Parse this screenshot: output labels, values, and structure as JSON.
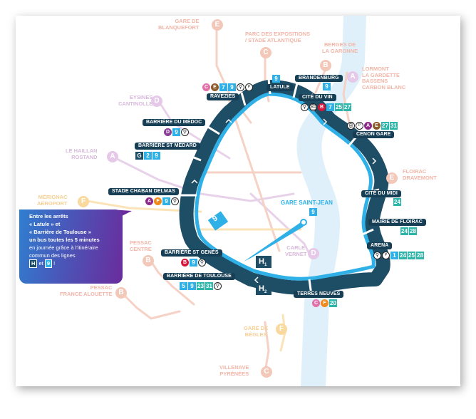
{
  "colors": {
    "ring_dark": "#1e4d66",
    "ring_light": "#2fb0e6",
    "river": "#dff0fa",
    "line_faint": "#f8cdbf",
    "line_faint_purple": "#e6cde8",
    "line_faint_yellow": "#fbe3b3",
    "tram_A": "#8e2a8a",
    "tram_B": "#d6163a",
    "tram_C": "#e26fa8",
    "tram_D": "#8a3e98",
    "tram_E": "#8b5c2a",
    "tram_F": "#f08a1c",
    "lianes": "#1aa3d9",
    "liane_green": "#23a89a",
    "bus_teal": "#2db5a9",
    "bus_corail": "#16a3a6",
    "callout_start": "#2f7fd0",
    "callout_end": "#6a2c9c"
  },
  "terminus_labels": [
    {
      "text": "GARE DE\nBLANQUEFORT",
      "letter": "E"
    },
    {
      "text": "PARC DES EXPOSITIONS\n/ STADE ATLANTIQUE",
      "letter": "C"
    },
    {
      "text": "BERGES DE\nLA GARONNE",
      "letter": "B"
    },
    {
      "text": "LORMONT\nLA GARDETTE\nBASSENS\nCARBON BLANC",
      "letter": "A"
    },
    {
      "text": "EYSINES\nCANTINOLLE",
      "letter": "D"
    },
    {
      "text": "LE HAILLAN\nROSTAND",
      "letter": "A"
    },
    {
      "text": "FLOIRAC\nDRAVEMONT",
      "letter": "E"
    },
    {
      "text": "MÉRIGNAC\nAÉROPORT",
      "letter": "F"
    },
    {
      "text": "PESSAC\nCENTRE",
      "letter": "B"
    },
    {
      "text": "PESSAC\nFRANCE ALOUETTE",
      "letter": "B"
    },
    {
      "text": "CARLE\nVERNET",
      "letter": "D"
    },
    {
      "text": "GARE DE\nBÈGLES",
      "letter": "F"
    },
    {
      "text": "VILLENAVE\nPYRÉNÉES",
      "letter": "C"
    }
  ],
  "stops": [
    {
      "name": "RAVEZIES",
      "badges": [
        "C",
        "E",
        "7",
        "9",
        "bike",
        "P+R"
      ]
    },
    {
      "name": "LATULE",
      "badges": [
        "9"
      ]
    },
    {
      "name": "BRANDENBURG",
      "badges": [
        "9"
      ]
    },
    {
      "name": "CITÉ DU VIN",
      "badges": [
        "bike",
        "boat",
        "B",
        "7",
        "25",
        "27"
      ]
    },
    {
      "name": "CENON GARE",
      "badges": [
        "train",
        "P+R",
        "A",
        "E",
        "27",
        "31"
      ]
    },
    {
      "name": "BARRIÈRE DU MÉDOC",
      "badges": [
        "D",
        "9",
        "bike"
      ]
    },
    {
      "name": "BARRIÈRE ST MÉDARD",
      "badges": [
        "G",
        "2",
        "9"
      ]
    },
    {
      "name": "STADE CHABAN DELMAS",
      "badges": [
        "A",
        "F",
        "9",
        "bike"
      ]
    },
    {
      "name": "CITÉ DU MIDI",
      "badges": [
        "24"
      ]
    },
    {
      "name": "MAIRIE DE FLOIRAC",
      "badges": [
        "24",
        "28"
      ]
    },
    {
      "name": "GARE SAINT-JEAN",
      "badges": [
        "9"
      ]
    },
    {
      "name": "ARENA",
      "badges": [
        "bike",
        "P+R",
        "1",
        "24",
        "25",
        "28"
      ]
    },
    {
      "name": "BARRIÈRE ST GENÈS",
      "badges": [
        "B",
        "9",
        "bike"
      ]
    },
    {
      "name": "BARRIÈRE DE TOULOUSE",
      "badges": [
        "5",
        "9",
        "23",
        "31",
        "bike"
      ]
    },
    {
      "name": "TERRES NEUVES",
      "badges": [
        "C",
        "F",
        "20"
      ]
    }
  ],
  "ring_labels": {
    "line_9": "9",
    "h1": "H",
    "h1_sub": "1",
    "h2": "H",
    "h2_sub": "2"
  },
  "callout": {
    "line1": "Entre les arrêts",
    "line2": "« Latule » et",
    "line3": "« Barrière de Toulouse »",
    "line4": "un bus toutes les 5 minutes",
    "line5": "en journée grâce à l’itinéraire",
    "line6": "commun des lignes",
    "badge_h": "H",
    "and": "et",
    "badge_9": "9",
    "end": "!"
  }
}
